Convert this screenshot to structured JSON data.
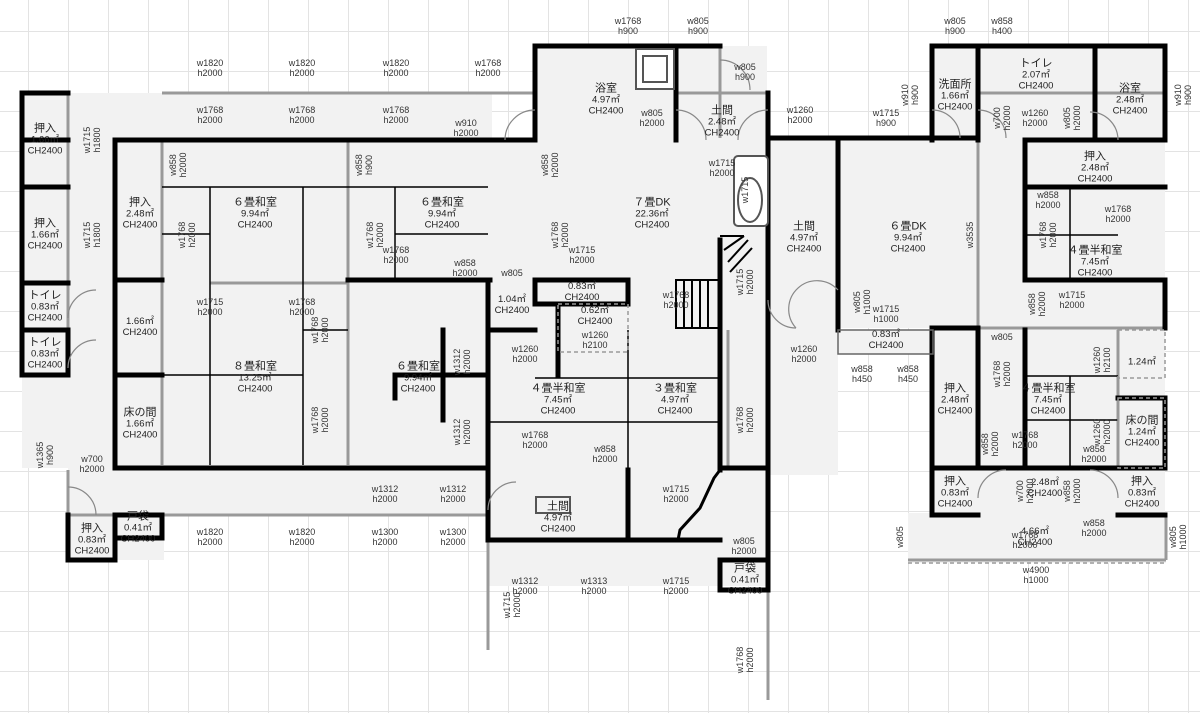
{
  "colors": {
    "wall": "#000000",
    "floor": "#f2f2f2",
    "grid": "#e3e3e3",
    "fixture": "#999999"
  },
  "rooms": [
    {
      "name": "押入",
      "area": "1.66㎡",
      "ch": "CH2400"
    },
    {
      "name": "押入",
      "area": "1.66㎡",
      "ch": "CH2400"
    },
    {
      "name": "トイレ",
      "area": "0.83㎡",
      "ch": "CH2400"
    },
    {
      "name": "トイレ",
      "area": "0.83㎡",
      "ch": "CH2400"
    },
    {
      "name": "押入",
      "area": "2.48㎡",
      "ch": "CH2400"
    },
    {
      "name": "",
      "area": "1.66㎡",
      "ch": "CH2400"
    },
    {
      "name": "床の間",
      "area": "1.66㎡",
      "ch": "CH2400"
    },
    {
      "name": "押入",
      "area": "0.83㎡",
      "ch": "CH2400"
    },
    {
      "name": "戸袋",
      "area": "0.41㎡",
      "ch": "CH2400"
    },
    {
      "name": "６畳和室",
      "area": "9.94㎡",
      "ch": "CH2400"
    },
    {
      "name": "６畳和室",
      "area": "9.94㎡",
      "ch": "CH2400"
    },
    {
      "name": "８畳和室",
      "area": "13.25㎡",
      "ch": "CH2400"
    },
    {
      "name": "６畳和室",
      "area": "9.94㎡",
      "ch": "CH2400"
    },
    {
      "name": "浴室",
      "area": "4.97㎡",
      "ch": "CH2400"
    },
    {
      "name": "土間",
      "area": "2.48㎡",
      "ch": "CH2400"
    },
    {
      "name": "７畳DK",
      "area": "22.36㎡",
      "ch": "CH2400"
    },
    {
      "name": "",
      "area": "1.04㎡",
      "ch": "CH2400"
    },
    {
      "name": "",
      "area": "0.83㎡",
      "ch": "CH2400"
    },
    {
      "name": "",
      "area": "0.62㎡",
      "ch": "CH2400"
    },
    {
      "name": "４畳半和室",
      "area": "7.45㎡",
      "ch": "CH2400"
    },
    {
      "name": "３畳和室",
      "area": "4.97㎡",
      "ch": "CH2400"
    },
    {
      "name": "土間",
      "area": "4.97㎡",
      "ch": "CH2400"
    },
    {
      "name": "土間",
      "area": "4.97㎡",
      "ch": "CH2400"
    },
    {
      "name": "戸袋",
      "area": "0.41㎡",
      "ch": "CH2400"
    },
    {
      "name": "６畳DK",
      "area": "9.94㎡",
      "ch": "CH2400"
    },
    {
      "name": "",
      "area": "0.83㎡",
      "ch": "CH2400"
    },
    {
      "name": "洗面所",
      "area": "1.66㎡",
      "ch": "CH2400"
    },
    {
      "name": "トイレ",
      "area": "2.07㎡",
      "ch": "CH2400"
    },
    {
      "name": "浴室",
      "area": "2.48㎡",
      "ch": "CH2400"
    },
    {
      "name": "押入",
      "area": "2.48㎡",
      "ch": "CH2400"
    },
    {
      "name": "４畳半和室",
      "area": "7.45㎡",
      "ch": "CH2400"
    },
    {
      "name": "",
      "area": "1.24㎡",
      "ch": "",
      "dimw": "w1260"
    },
    {
      "name": "押入",
      "area": "2.48㎡",
      "ch": "CH2400"
    },
    {
      "name": "４畳半和室",
      "area": "7.45㎡",
      "ch": "CH2400"
    },
    {
      "name": "床の間",
      "area": "1.24㎡",
      "ch": "CH2400"
    },
    {
      "name": "押入",
      "area": "0.83㎡",
      "ch": "CH2400"
    },
    {
      "name": "",
      "area": "2.48㎡",
      "ch": "CH2400"
    },
    {
      "name": "押入",
      "area": "0.83㎡",
      "ch": "CH2400"
    },
    {
      "name": "",
      "area": "4.66㎡",
      "ch": "CH2400"
    }
  ],
  "dims": [
    {
      "w": "w1820",
      "h": "h2000"
    },
    {
      "w": "w1820",
      "h": "h2000"
    },
    {
      "w": "w1820",
      "h": "h2000"
    },
    {
      "w": "w1768",
      "h": "h2000"
    },
    {
      "w": "w1768",
      "h": "h2000"
    },
    {
      "w": "w1768",
      "h": "h2000"
    },
    {
      "w": "w1768",
      "h": "h2000"
    },
    {
      "w": "w910",
      "h": "h2000"
    },
    {
      "w": "w1768",
      "h": "h900"
    },
    {
      "w": "w805",
      "h": "h900"
    },
    {
      "w": "w805",
      "h": "h900"
    },
    {
      "w": "w805",
      "h": "h2000"
    },
    {
      "w": "w1260",
      "h": "h2000"
    },
    {
      "w": "w1715",
      "h": "h2000"
    },
    {
      "w": "w1715",
      "h": "h900"
    },
    {
      "w": "w805",
      "h": "h900"
    },
    {
      "w": "w858",
      "h": "h400"
    },
    {
      "w": "w910",
      "h": "h900"
    },
    {
      "w": "w910",
      "h": "h900"
    },
    {
      "w": "w1715",
      "h": "h1800"
    },
    {
      "w": "w1715",
      "h": "h1800"
    },
    {
      "w": "w858",
      "h": "h2000"
    },
    {
      "w": "w858",
      "h": "h900"
    },
    {
      "w": "w858",
      "h": "h2000"
    },
    {
      "w": "w1768",
      "h": "h2000"
    },
    {
      "w": "w1768",
      "h": "h2000"
    },
    {
      "w": "w1768",
      "h": "h2000"
    },
    {
      "w": "w858",
      "h": "h2000"
    },
    {
      "w": "w805",
      "h": ""
    },
    {
      "w": "w1715",
      "h": "h2000"
    },
    {
      "w": "w1768",
      "h": "h2000"
    },
    {
      "w": "w1768",
      "h": "h2000"
    },
    {
      "w": "w1715",
      "h": ""
    },
    {
      "w": "w1260",
      "h": "h2100"
    },
    {
      "w": "w1260",
      "h": "h2000"
    },
    {
      "w": "w1312",
      "h": "h2000"
    },
    {
      "w": "w1312",
      "h": "h2000"
    },
    {
      "w": "w1768",
      "h": "h2000"
    },
    {
      "w": "w858",
      "h": "h2000"
    },
    {
      "w": "w1768",
      "h": "h2000"
    },
    {
      "w": "w1768",
      "h": "h2000"
    },
    {
      "w": "w1768",
      "h": "h2000"
    },
    {
      "w": "w1312",
      "h": "h2000"
    },
    {
      "w": "w1312",
      "h": "h2000"
    },
    {
      "w": "w1715",
      "h": "h2000"
    },
    {
      "w": "w1820",
      "h": "h2000"
    },
    {
      "w": "w1820",
      "h": "h2000"
    },
    {
      "w": "w1300",
      "h": "h2000"
    },
    {
      "w": "w1300",
      "h": "h2000"
    },
    {
      "w": "w700",
      "h": "h2000"
    },
    {
      "w": "w1365",
      "h": "h900"
    },
    {
      "w": "w1312",
      "h": "h2000"
    },
    {
      "w": "w1313",
      "h": "h2000"
    },
    {
      "w": "w1715",
      "h": "h2000"
    },
    {
      "w": "w805",
      "h": "h2000"
    },
    {
      "w": "w1768",
      "h": "h2000"
    },
    {
      "w": "w1715",
      "h": "h2000"
    },
    {
      "w": "w1715",
      "h": "h2000"
    },
    {
      "w": "w1715",
      "h": "h1000"
    },
    {
      "w": "w858",
      "h": "h450"
    },
    {
      "w": "w858",
      "h": "h450"
    },
    {
      "w": "w1260",
      "h": "h2000"
    },
    {
      "w": "w805",
      "h": "h1000"
    },
    {
      "w": "w3535",
      "h": ""
    },
    {
      "w": "w700",
      "h": "h2000"
    },
    {
      "w": "w1260",
      "h": "h2000"
    },
    {
      "w": "w805",
      "h": "h2000"
    },
    {
      "w": "w858",
      "h": "h2000"
    },
    {
      "w": "w1768",
      "h": "h2000"
    },
    {
      "w": "w1768",
      "h": "h2000"
    },
    {
      "w": "w1715",
      "h": "h2000"
    },
    {
      "w": "w858",
      "h": "h2000"
    },
    {
      "w": "w805",
      "h": ""
    },
    {
      "w": "w1768",
      "h": "h2000"
    },
    {
      "w": "w1260",
      "h": "h2100"
    },
    {
      "w": "w858",
      "h": "h2000"
    },
    {
      "w": "w1768",
      "h": "h2000"
    },
    {
      "w": "w858",
      "h": "h2000"
    },
    {
      "w": "w1260",
      "h": "h2000"
    },
    {
      "w": "w700",
      "h": "h2000"
    },
    {
      "w": "w1768",
      "h": "h2000"
    },
    {
      "w": "w858",
      "h": "h2000"
    },
    {
      "w": "w805",
      "h": ""
    },
    {
      "w": "w4900",
      "h": "h1000"
    },
    {
      "w": "w805",
      "h": "h1000"
    },
    {
      "w": "w858",
      "h": "h2000"
    },
    {
      "w": "w1715",
      "h": "h2000"
    },
    {
      "w": "w1768",
      "h": "h2000"
    }
  ]
}
